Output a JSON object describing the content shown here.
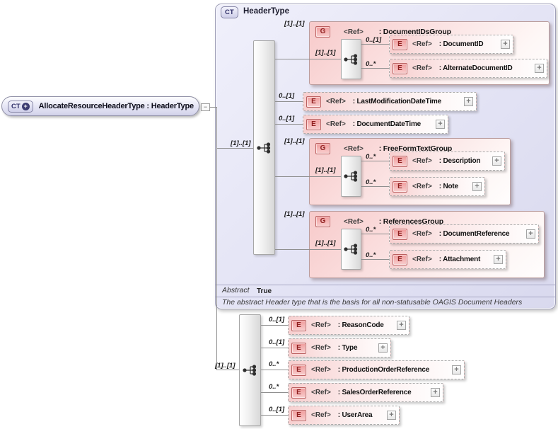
{
  "colors": {
    "lavender": "#e2e2f4",
    "pink": "#f7caca",
    "badge_red": "#8f1f1f",
    "wire": "#8f8f8f"
  },
  "icons": {
    "expand_glyph": "+",
    "collapse_glyph": "−"
  },
  "root_node": {
    "badge": "CT",
    "label": "AllocateResourceHeaderType : HeaderType"
  },
  "header_box": {
    "badge": "CT",
    "title": "HeaderType",
    "cardinality": "[1]..[1]",
    "abstract_label": "Abstract",
    "abstract_value": "True",
    "annotation": "The abstract Header type that is the basis for all non-statusable OAGIS Document Headers",
    "items": [
      {
        "kind": "group",
        "badge": "G",
        "ref": "<Ref>",
        "name": ": DocumentIDsGroup",
        "cardinality": "[1]..[1]",
        "seq_cardinality": "[1]..[1]",
        "children": [
          {
            "badge": "E",
            "ref": "<Ref>",
            "name": ": DocumentID",
            "cardinality": "0..[1]"
          },
          {
            "badge": "E",
            "ref": "<Ref>",
            "name": ": AlternateDocumentID",
            "cardinality": "0..*"
          }
        ]
      },
      {
        "kind": "element",
        "badge": "E",
        "ref": "<Ref>",
        "name": ": LastModificationDateTime",
        "cardinality": "0..[1]"
      },
      {
        "kind": "element",
        "badge": "E",
        "ref": "<Ref>",
        "name": ": DocumentDateTime",
        "cardinality": "0..[1]"
      },
      {
        "kind": "group",
        "badge": "G",
        "ref": "<Ref>",
        "name": ": FreeFormTextGroup",
        "cardinality": "[1]..[1]",
        "seq_cardinality": "[1]..[1]",
        "children": [
          {
            "badge": "E",
            "ref": "<Ref>",
            "name": ": Description",
            "cardinality": "0..*"
          },
          {
            "badge": "E",
            "ref": "<Ref>",
            "name": ": Note",
            "cardinality": "0..*"
          }
        ]
      },
      {
        "kind": "group",
        "badge": "G",
        "ref": "<Ref>",
        "name": ": ReferencesGroup",
        "cardinality": "[1]..[1]",
        "seq_cardinality": "[1]..[1]",
        "children": [
          {
            "badge": "E",
            "ref": "<Ref>",
            "name": ": DocumentReference",
            "cardinality": "0..*"
          },
          {
            "badge": "E",
            "ref": "<Ref>",
            "name": ": Attachment",
            "cardinality": "0..*"
          }
        ]
      }
    ]
  },
  "extension": {
    "cardinality": "[1]..[1]",
    "elements": [
      {
        "badge": "E",
        "ref": "<Ref>",
        "name": ": ReasonCode",
        "cardinality": "0..[1]"
      },
      {
        "badge": "E",
        "ref": "<Ref>",
        "name": ": Type",
        "cardinality": "0..[1]"
      },
      {
        "badge": "E",
        "ref": "<Ref>",
        "name": ": ProductionOrderReference",
        "cardinality": "0..*"
      },
      {
        "badge": "E",
        "ref": "<Ref>",
        "name": ": SalesOrderReference",
        "cardinality": "0..*"
      },
      {
        "badge": "E",
        "ref": "<Ref>",
        "name": ": UserArea",
        "cardinality": "0..[1]"
      }
    ]
  }
}
